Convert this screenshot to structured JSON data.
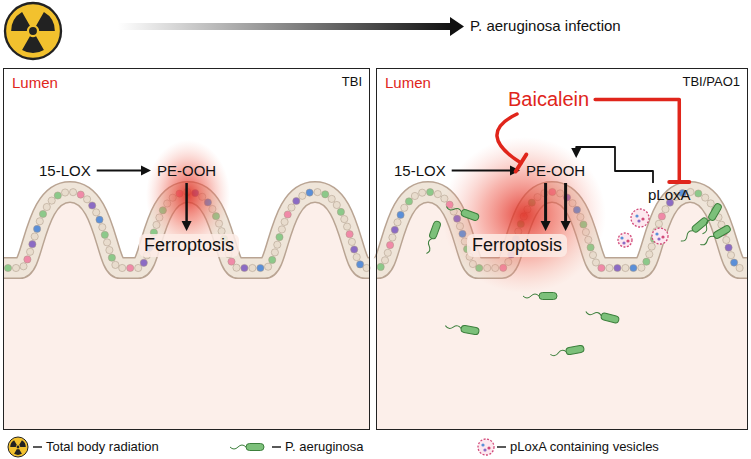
{
  "diagram": {
    "nodes": [
      {
        "text": [
          "Lumen",
          "TBI"
        ]
      },
      {
        "text": [
          "15-LOX"
        ],
        "in": 0
      },
      {
        "text": [
          "PE-OOH"
        ],
        "in": 0
      },
      {
        "text": [
          "Ferroptosis"
        ],
        "in": 0
      },
      {
        "text": [
          "Lumen",
          "TBI/PAO1"
        ]
      },
      {
        "text": [
          "Baicalein"
        ],
        "in": 4
      },
      {
        "text": [
          "15-LOX"
        ],
        "in": 4
      },
      {
        "text": [
          "PE-OOH"
        ],
        "in": 4
      },
      {
        "text": [
          "pLoxA"
        ],
        "in": 4
      },
      {
        "text": [
          "Ferroptosis"
        ],
        "in": 4
      }
    ],
    "edges": [
      {
        "from": 1,
        "to": 2,
        "arrow": "to"
      },
      {
        "from": 2,
        "to": 3,
        "arrow": "to"
      },
      {
        "from": 6,
        "to": 7,
        "arrow": "to"
      },
      {
        "from": 7,
        "to": 9,
        "arrow": "to"
      },
      {
        "from": 7,
        "to": 9,
        "arrow": "to"
      },
      {
        "from": 8,
        "to": 7,
        "arrow": "to"
      },
      {
        "from": 5,
        "to": 7,
        "arrow": "to"
      },
      {
        "from": 5,
        "to": 8,
        "arrow": "to"
      }
    ],
    "labels": [
      "P. aeruginosa infection"
    ],
    "legend": [
      {
        "text": "Total body radiation"
      },
      {
        "text": "P. aeruginosa"
      },
      {
        "text": "pLoxA containing vesicles"
      }
    ]
  }
}
